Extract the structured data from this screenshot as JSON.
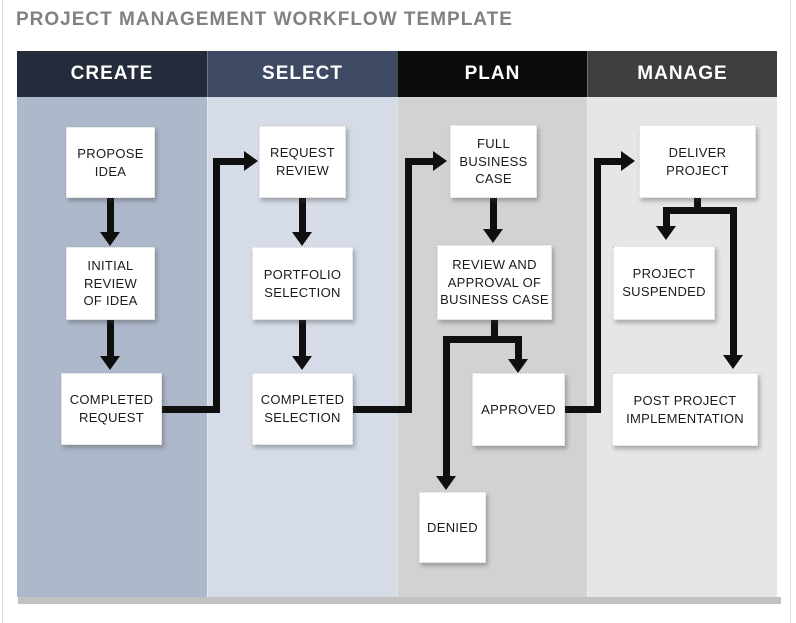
{
  "title": "PROJECT MANAGEMENT WORKFLOW TEMPLATE",
  "columns": [
    {
      "label": "CREATE",
      "header_color": "#242C3C",
      "body_color": "#AEB8CB"
    },
    {
      "label": "SELECT",
      "header_color": "#3E4A64",
      "body_color": "#D5DCE7"
    },
    {
      "label": "PLAN",
      "header_color": "#0B0B0B",
      "body_color": "#D2D2D2"
    },
    {
      "label": "MANAGE",
      "header_color": "#3E3E3D",
      "body_color": "#E6E6E5"
    }
  ],
  "nodes": {
    "propose_idea": "PROPOSE\nIDEA",
    "initial_review": "INITIAL\nREVIEW\nOF IDEA",
    "completed_request": "COMPLETED\nREQUEST",
    "request_review": "REQUEST\nREVIEW",
    "portfolio_selection": "PORTFOLIO\nSELECTION",
    "completed_selection": "COMPLETED\nSELECTION",
    "full_business_case": "FULL\nBUSINESS\nCASE",
    "review_approval": "REVIEW AND\nAPPROVAL OF\nBUSINESS CASE",
    "approved": "APPROVED",
    "denied": "DENIED",
    "deliver_project": "DELIVER\nPROJECT",
    "project_suspended": "PROJECT\nSUSPENDED",
    "post_project_implementation": "POST PROJECT\nIMPLEMENTATION"
  },
  "edges": [
    {
      "from": "propose_idea",
      "to": "initial_review"
    },
    {
      "from": "initial_review",
      "to": "completed_request"
    },
    {
      "from": "completed_request",
      "to": "request_review"
    },
    {
      "from": "request_review",
      "to": "portfolio_selection"
    },
    {
      "from": "portfolio_selection",
      "to": "completed_selection"
    },
    {
      "from": "completed_selection",
      "to": "full_business_case"
    },
    {
      "from": "full_business_case",
      "to": "review_approval"
    },
    {
      "from": "review_approval",
      "to": "approved"
    },
    {
      "from": "review_approval",
      "to": "denied"
    },
    {
      "from": "approved",
      "to": "deliver_project"
    },
    {
      "from": "deliver_project",
      "to": "project_suspended"
    },
    {
      "from": "deliver_project",
      "to": "post_project_implementation"
    }
  ],
  "colors": {
    "title_text": "#808184",
    "connector": "#0F0F0F",
    "node_bg": "#FFFFFF",
    "node_text": "#1B1B1B",
    "bottom_shadow": "#C2C2C2",
    "page_bg": "#FFFFFF"
  }
}
